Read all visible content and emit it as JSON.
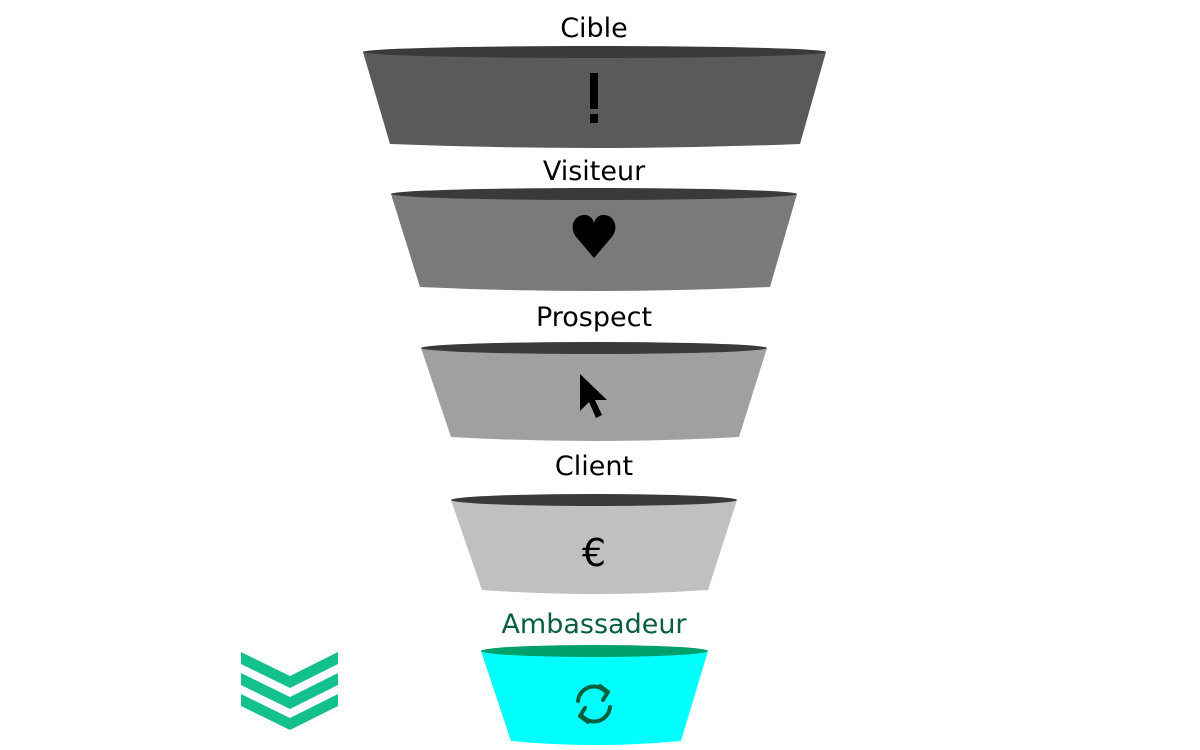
{
  "stages": [
    {
      "label": "Cible",
      "icon": "exclamation-icon",
      "fill": "#5a5a5a",
      "rim": "#3a3a3a"
    },
    {
      "label": "Visiteur",
      "icon": "heart-icon",
      "fill": "#7a7a7a",
      "rim": "#3a3a3a"
    },
    {
      "label": "Prospect",
      "icon": "cursor-arrow-icon",
      "fill": "#a0a0a0",
      "rim": "#3a3a3a"
    },
    {
      "label": "Client",
      "icon": "euro-icon",
      "fill": "#c0c0c0",
      "rim": "#3a3a3a"
    },
    {
      "label": "Ambassadeur",
      "icon": "refresh-icon",
      "fill": "#00ffff",
      "rim": "#00a06a"
    }
  ],
  "colors": {
    "accent_green": "#06603c",
    "chevron_green": "#14c08e"
  }
}
